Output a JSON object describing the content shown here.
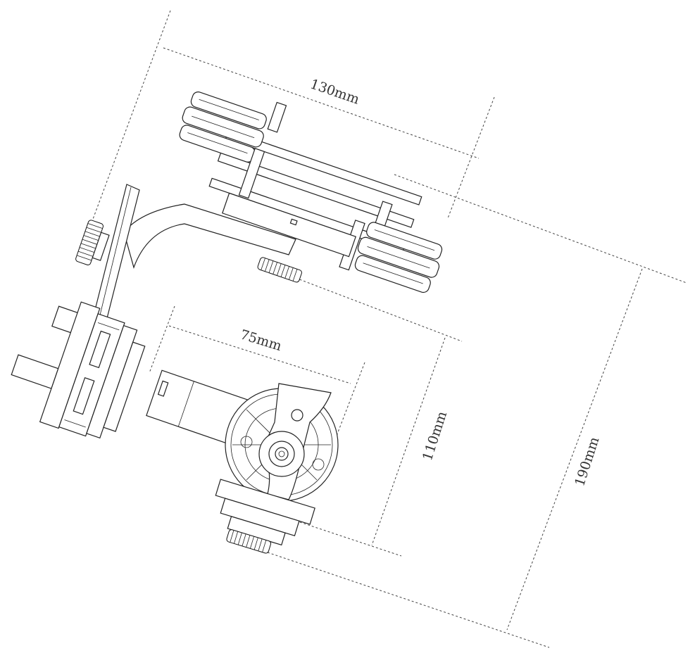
{
  "dimensions": {
    "width_top": "130mm",
    "width_bottom": "75mm",
    "height_inner": "110mm",
    "height_outer": "190mm"
  }
}
